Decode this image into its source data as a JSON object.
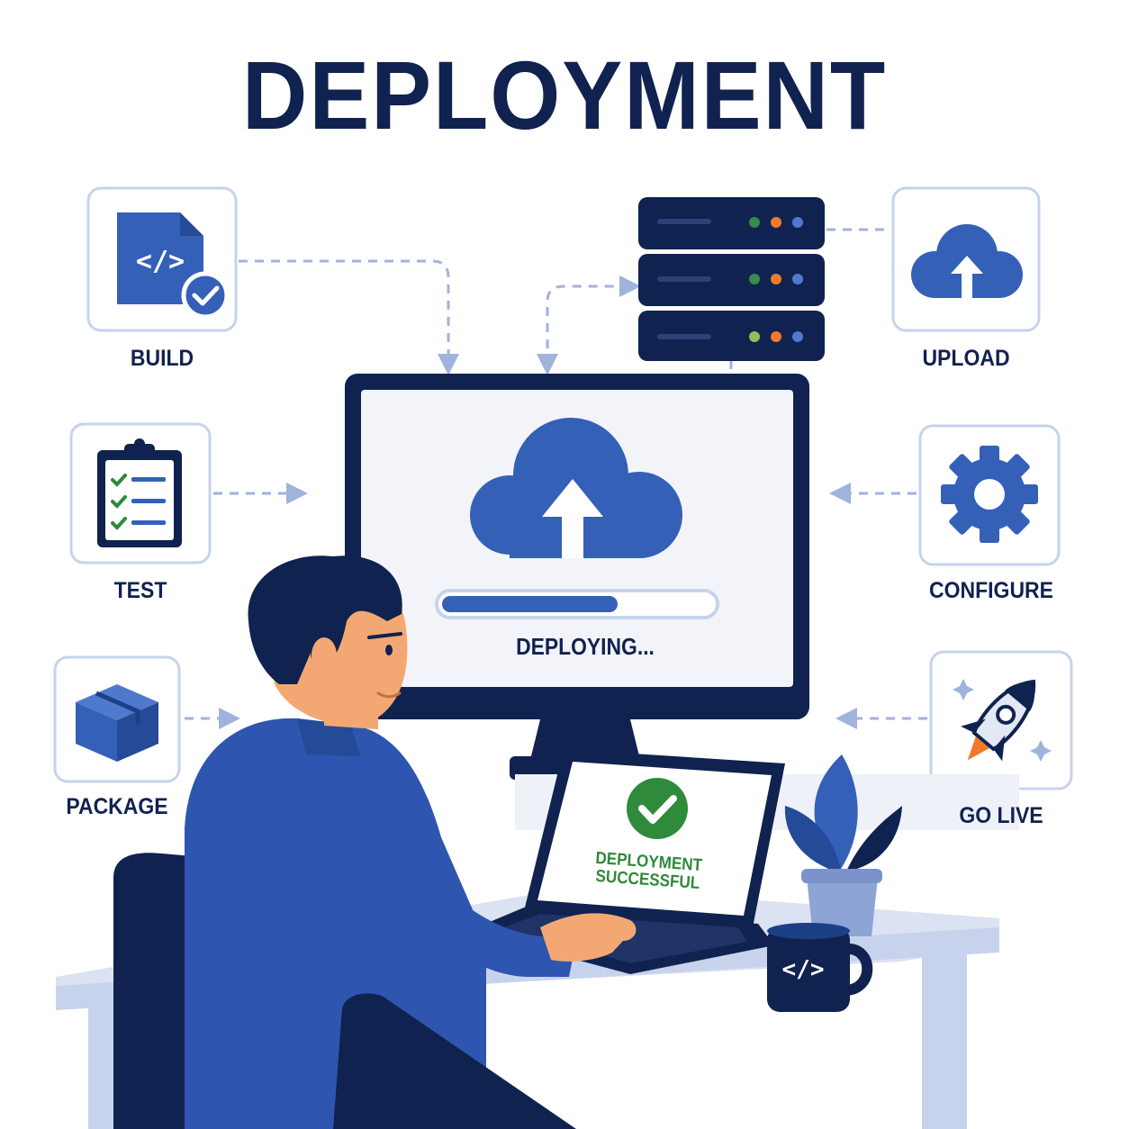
{
  "title": "DEPLOYMENT",
  "steps": [
    {
      "label": "BUILD",
      "icon": "code-file-check-icon"
    },
    {
      "label": "TEST",
      "icon": "clipboard-checklist-icon"
    },
    {
      "label": "PACKAGE",
      "icon": "package-box-icon"
    },
    {
      "label": "UPLOAD",
      "icon": "cloud-upload-icon"
    },
    {
      "label": "CONFIGURE",
      "icon": "gear-icon"
    },
    {
      "label": "GO LIVE",
      "icon": "rocket-icon"
    }
  ],
  "monitor": {
    "status_text": "DEPLOYING...",
    "progress": 0.65,
    "icon": "cloud-upload-icon"
  },
  "laptop": {
    "line1": "DEPLOYMENT",
    "line2": "SUCCESSFUL",
    "icon": "check-circle-icon"
  },
  "mug": {
    "text": "</>"
  },
  "colors": {
    "navy": "#10224f",
    "blue": "#3560b8",
    "light_blue": "#c7d3ec",
    "green": "#2f8a3b",
    "skin": "#f3a873",
    "orange": "#f07a2a"
  }
}
